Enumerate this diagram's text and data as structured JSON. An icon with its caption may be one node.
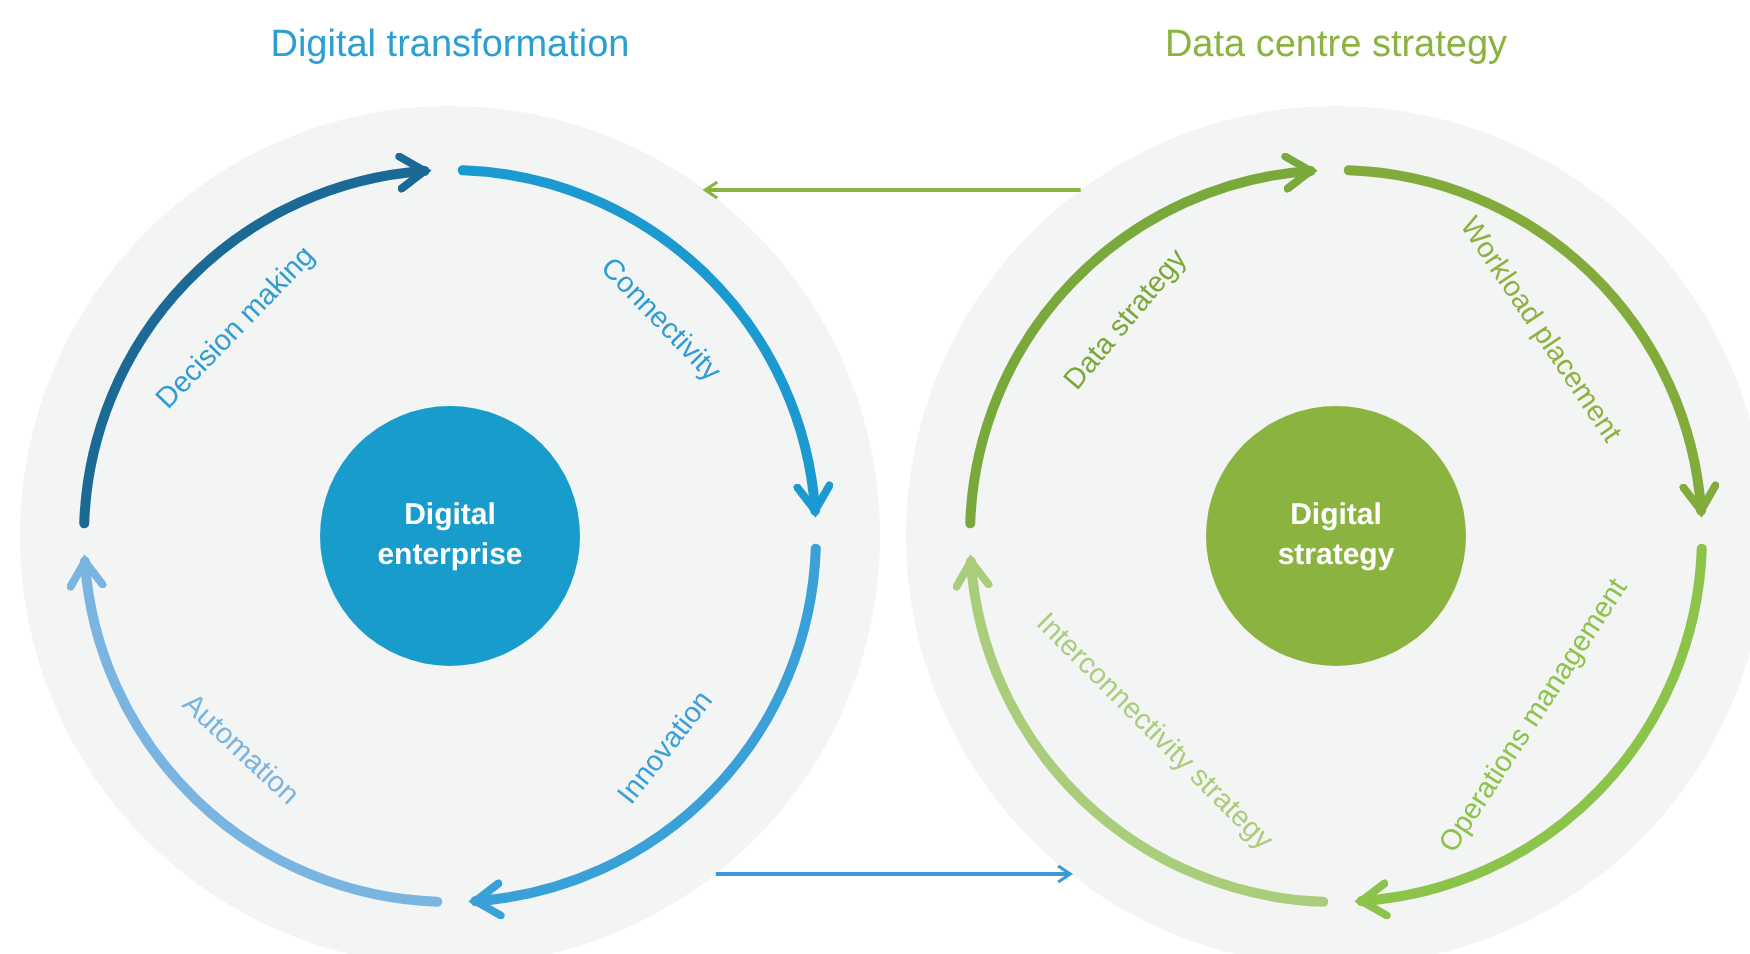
{
  "diagram": {
    "nodes": [
      {
        "text": [
          "Digital transformation"
        ]
      },
      {
        "text": [
          "Digital enterprise"
        ],
        "in": 0
      },
      {
        "text": [
          "Data centre strategy"
        ]
      },
      {
        "text": [
          "Digital strategy"
        ],
        "in": 2
      }
    ],
    "edges": [
      {
        "from": 2,
        "to": 0,
        "arrow": "to",
        "color": "#8ab33f"
      },
      {
        "from": 0,
        "to": 2,
        "arrow": "to",
        "color": "#3a9ad9"
      }
    ],
    "labels": [
      "Decision making",
      "Connectivity",
      "Innovation",
      "Automation",
      "Data strategy",
      "Workload placement",
      "Operations management",
      "Interconnectivity strategy"
    ]
  }
}
